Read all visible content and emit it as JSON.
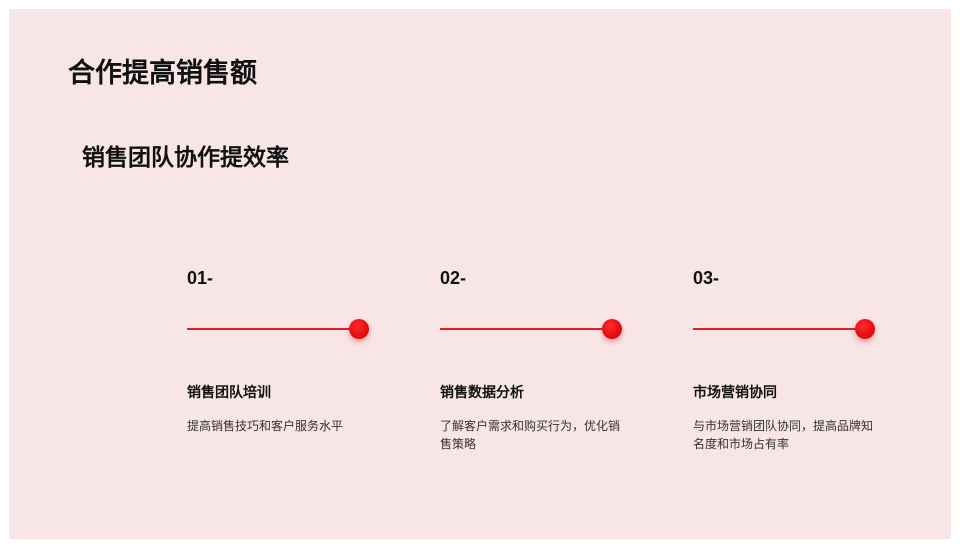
{
  "slide": {
    "title": "合作提高销售额",
    "subtitle": "销售团队协作提效率",
    "colors": {
      "background": "#f8e5e6",
      "accent": "#e50f0f",
      "text": "#111111"
    }
  },
  "steps": [
    {
      "number": "01-",
      "heading": "销售团队培训",
      "description": "提高销售技巧和客户服务水平"
    },
    {
      "number": "02-",
      "heading": "销售数据分析",
      "description": "了解客户需求和购买行为，优化销售策略"
    },
    {
      "number": "03-",
      "heading": "市场营销协同",
      "description": "与市场营销团队协同，提高品牌知名度和市场占有率"
    }
  ]
}
